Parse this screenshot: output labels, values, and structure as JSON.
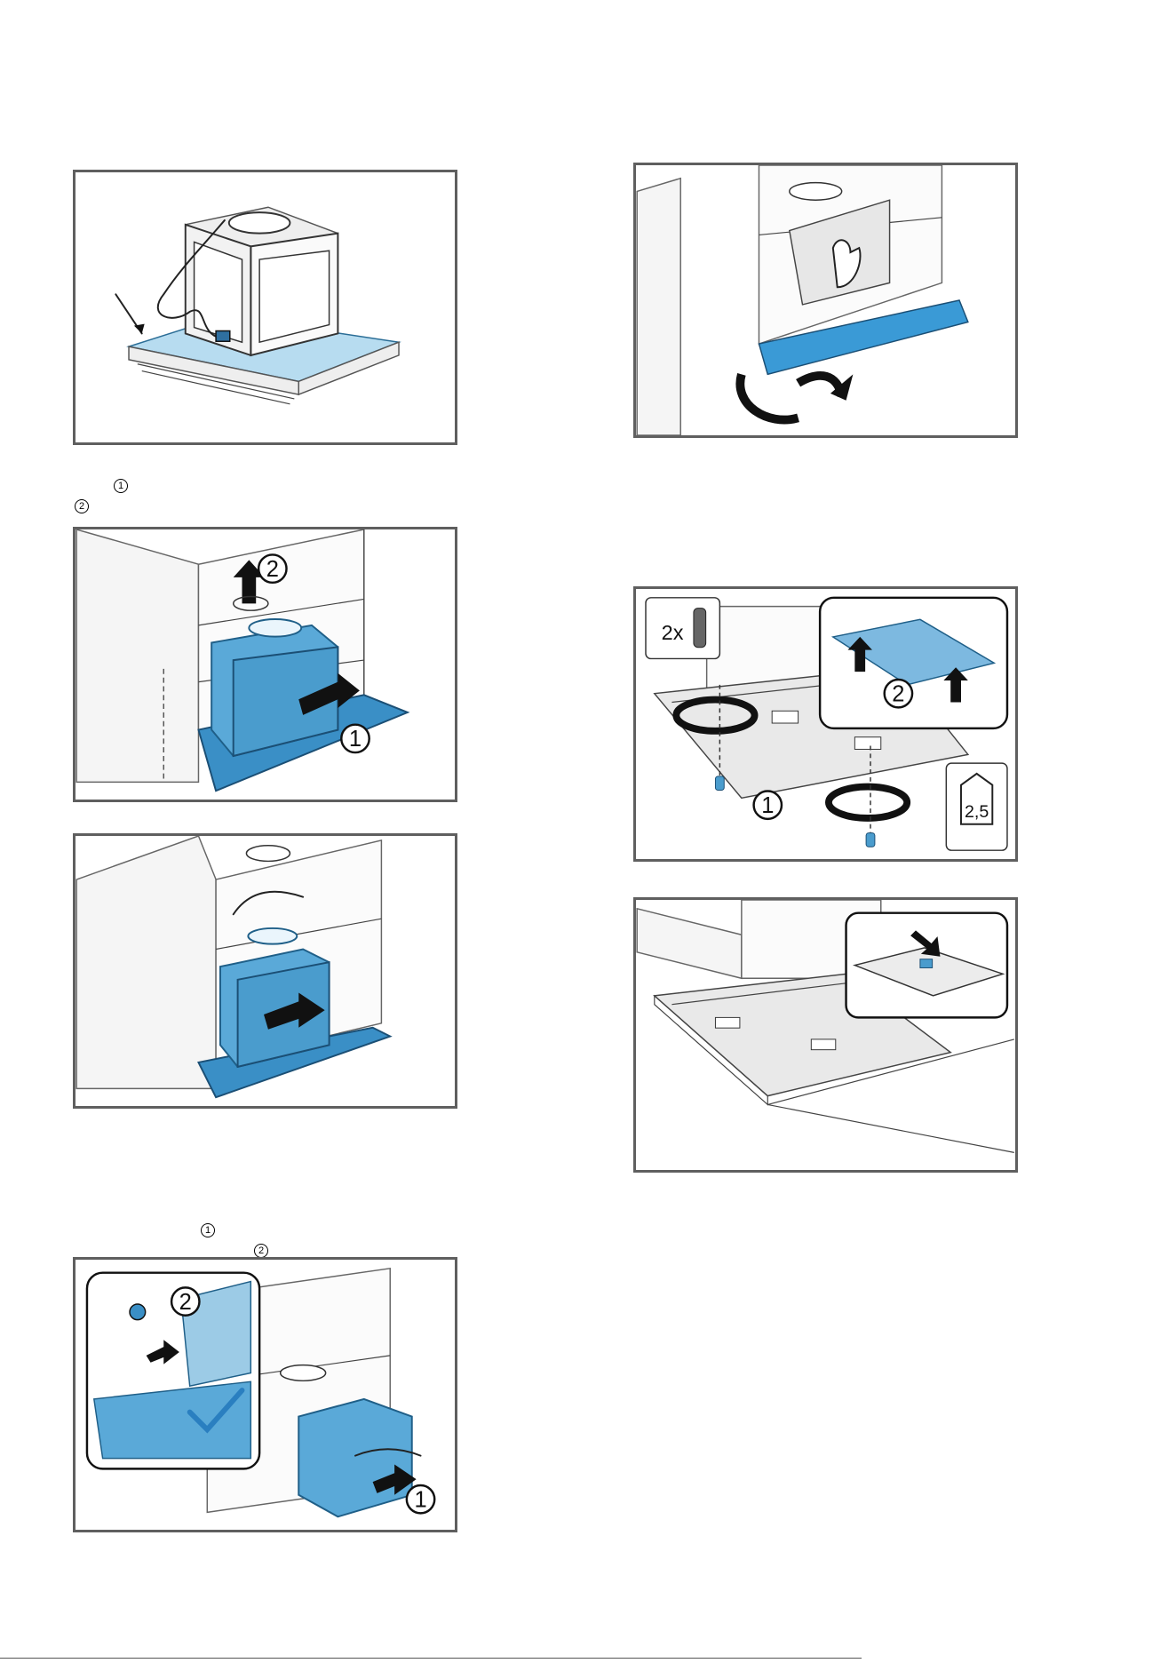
{
  "step_markers": {
    "s1_marker_a": "1",
    "s1_marker_b": "2",
    "s2_marker_a": "1",
    "s2_marker_b": "2"
  },
  "figures": {
    "fig2": {
      "badge_1": "1",
      "badge_2": "2"
    },
    "fig5": {
      "badge_1": "1",
      "badge_2": "2"
    },
    "fig7": {
      "badge_1": "1",
      "badge_2": "2",
      "count_label": "2x",
      "tool_label": "2,5"
    }
  },
  "colors": {
    "accent_blue": "#5aa9d8",
    "dark_blue": "#3a8fc6",
    "frame_grey": "#5f5f5f"
  }
}
